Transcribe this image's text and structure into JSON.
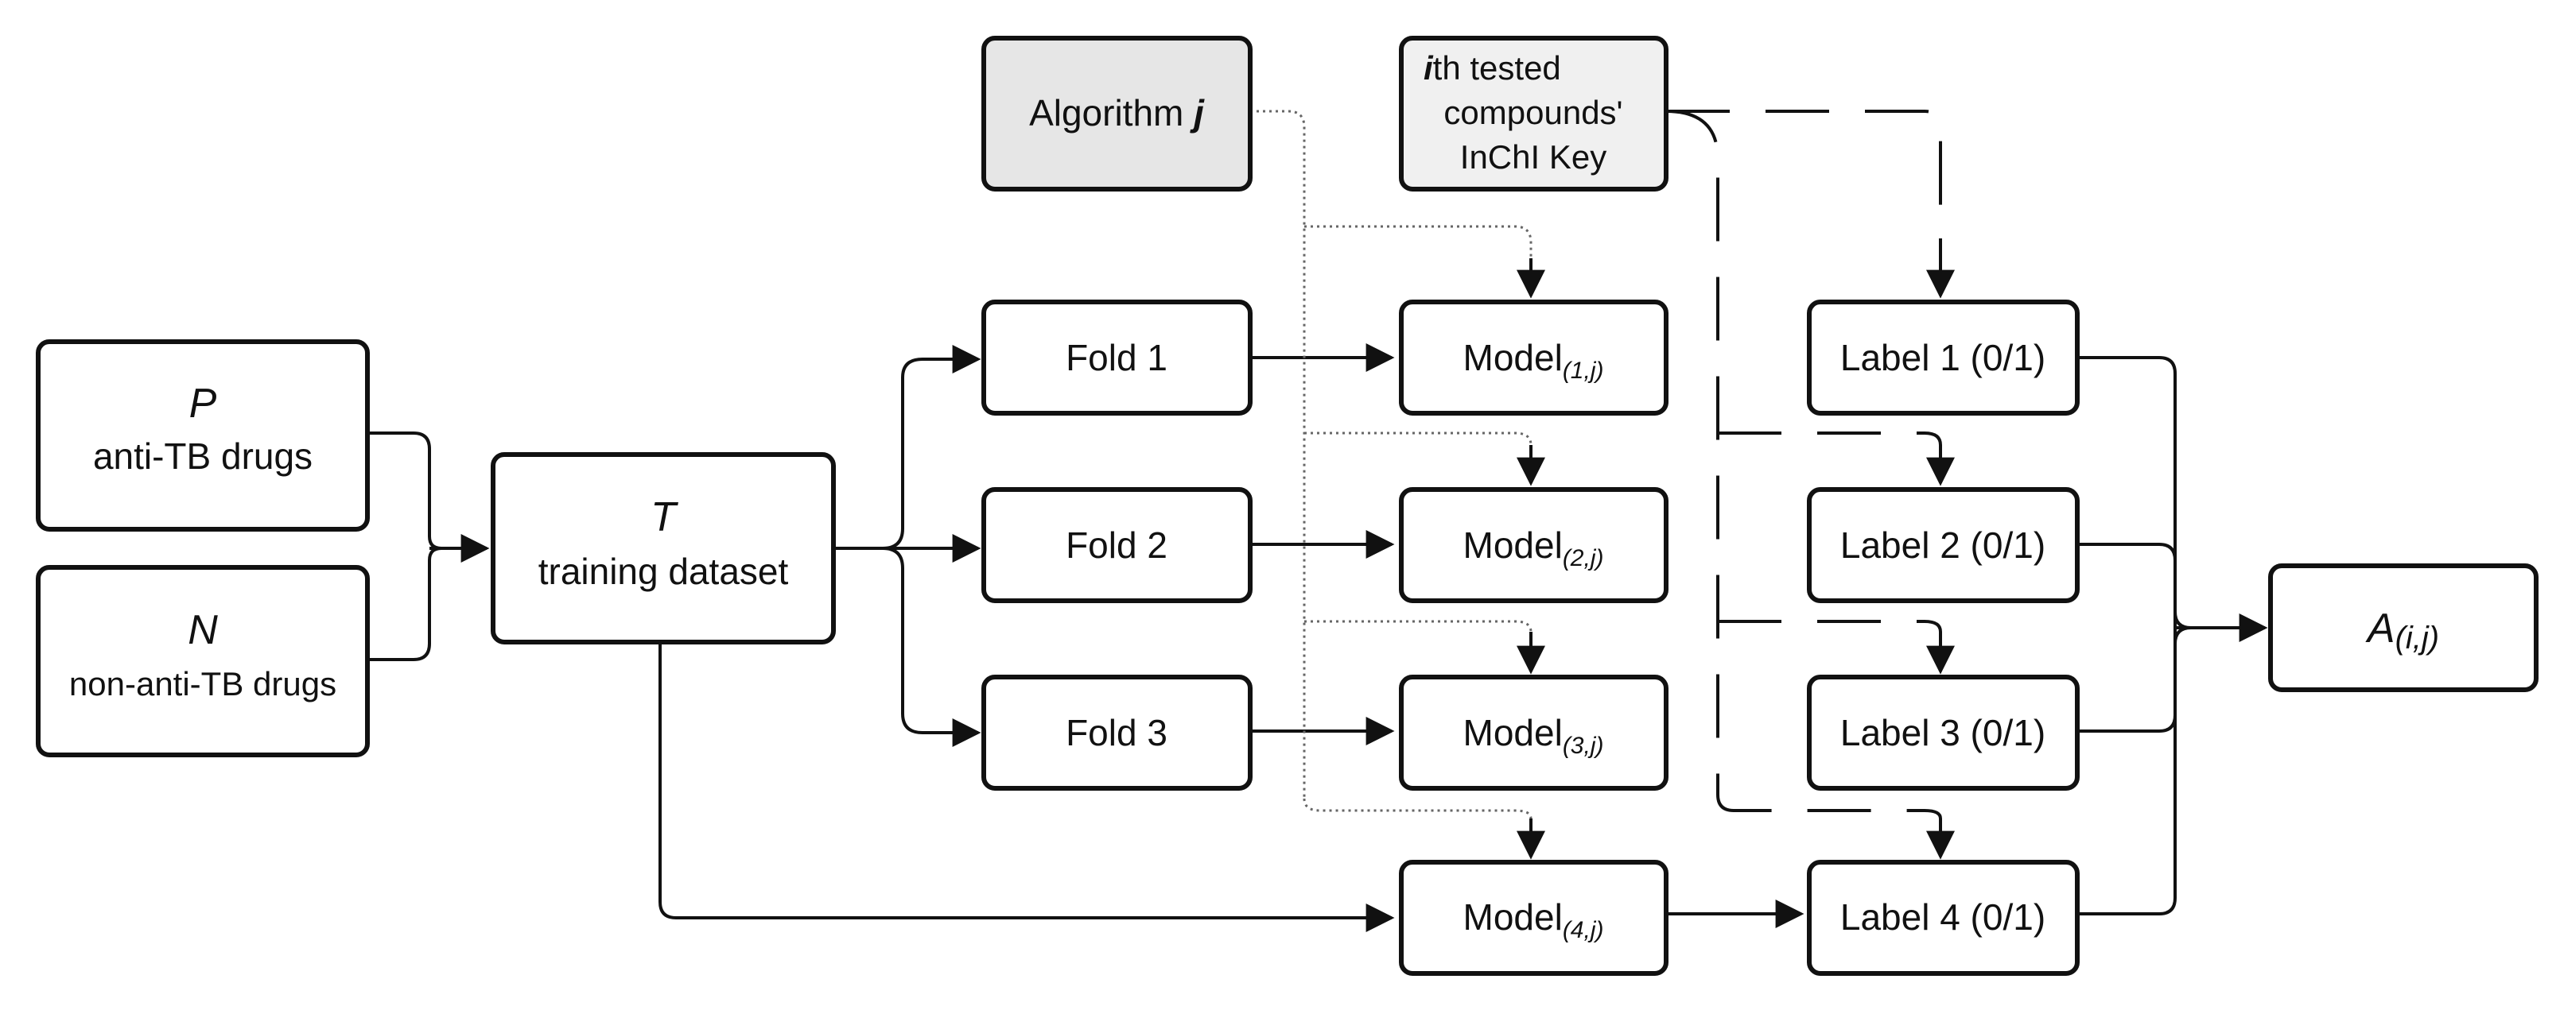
{
  "nodes": {
    "pos": {
      "symbol": "P",
      "text": "anti-TB drugs"
    },
    "neg": {
      "symbol": "N",
      "text": "non-anti-TB drugs"
    },
    "train": {
      "symbol": "T",
      "text": "training dataset"
    },
    "algo": {
      "text": "Algorithm ",
      "symbol": "j"
    },
    "compound": {
      "symbol": "i",
      "line1": "th tested",
      "line2": "compounds'",
      "line3": "InChI Key"
    },
    "folds": [
      "Fold 1",
      "Fold 2",
      "Fold 3"
    ],
    "models": [
      {
        "base": "Model",
        "sub": "(1,j)"
      },
      {
        "base": "Model",
        "sub": "(2,j)"
      },
      {
        "base": "Model",
        "sub": "(3,j)"
      },
      {
        "base": "Model",
        "sub": "(4,j)"
      }
    ],
    "labels": [
      "Label 1 (0/1)",
      "Label 2 (0/1)",
      "Label 3 (0/1)",
      "Label 4 (0/1)"
    ],
    "result": {
      "symbol": "A",
      "sub": "(i,j)"
    }
  },
  "colors": {
    "stroke": "#111111",
    "algorithm_fill": "#e6e6e6",
    "dotted_edge": "#666666"
  }
}
